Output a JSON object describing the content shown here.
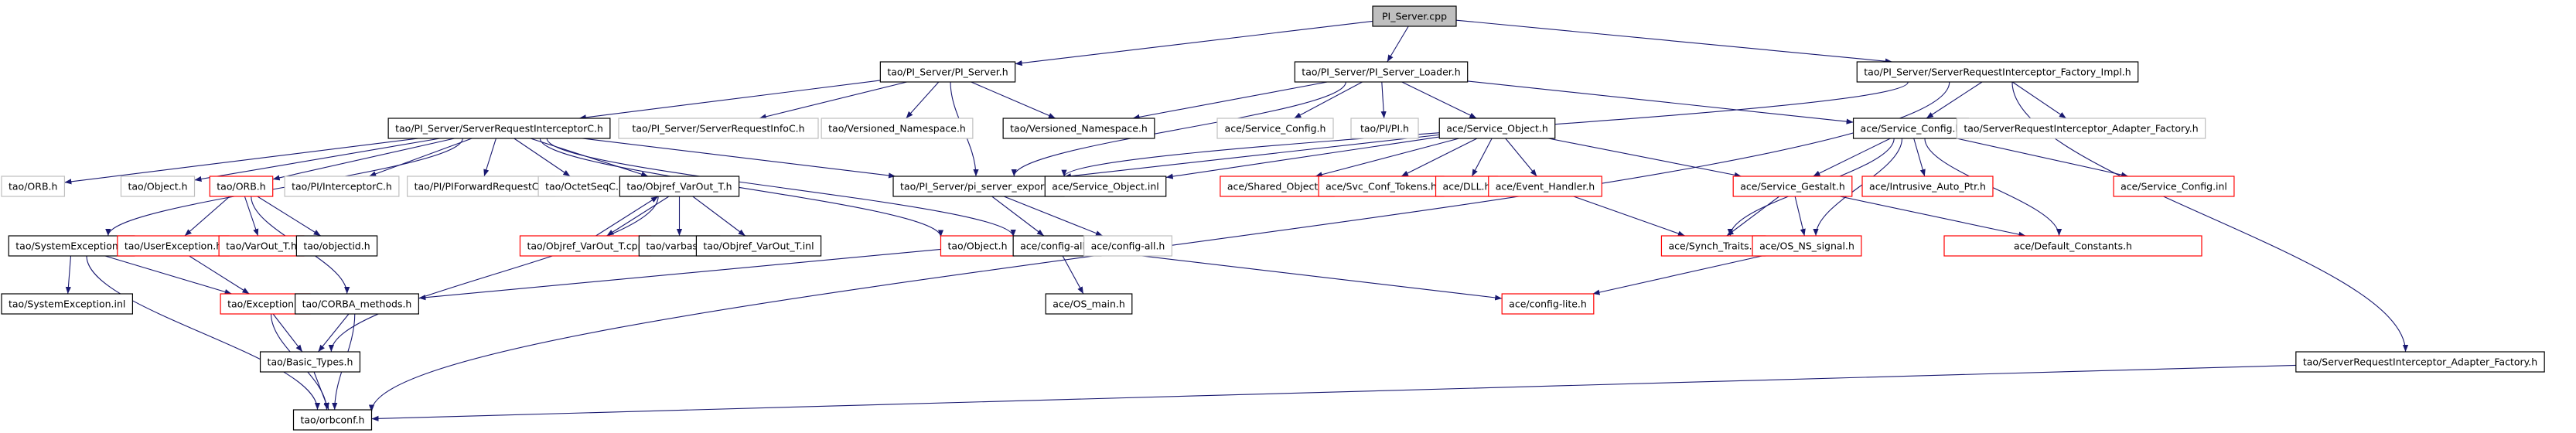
{
  "title": "PI_Server.cpp include dependency graph",
  "colors": {
    "edge": "#191970",
    "border_normal": "#000000",
    "border_truncated": "#ff0000",
    "border_external": "#bfbfbf",
    "root_fill": "#bfbfbf",
    "node_fill": "#ffffff"
  },
  "nodes": [
    {
      "id": "root",
      "label": "PI_Server.cpp",
      "style": "root"
    },
    {
      "id": "pis_h",
      "label": "tao/PI_Server/PI_Server.h",
      "style": "normal"
    },
    {
      "id": "loader_h",
      "label": "tao/PI_Server/PI_Server_Loader.h",
      "style": "normal"
    },
    {
      "id": "factory_impl_h",
      "label": "tao/PI_Server/ServerRequestInterceptor_Factory_Impl.h",
      "style": "normal"
    },
    {
      "id": "sric_h",
      "label": "tao/PI_Server/ServerRequestInterceptorC.h",
      "style": "normal"
    },
    {
      "id": "sri_info_h",
      "label": "tao/PI_Server/ServerRequestInfoC.h",
      "style": "external"
    },
    {
      "id": "vns_ext",
      "label": "tao/Versioned_Namespace.h",
      "style": "external"
    },
    {
      "id": "vns_h",
      "label": "tao/Versioned_Namespace.h",
      "style": "normal"
    },
    {
      "id": "svc_cfg_ext",
      "label": "ace/Service_Config.h",
      "style": "external"
    },
    {
      "id": "pi_h",
      "label": "tao/PI/PI.h",
      "style": "external"
    },
    {
      "id": "svc_obj_h",
      "label": "ace/Service_Object.h",
      "style": "normal"
    },
    {
      "id": "svc_cfg_h",
      "label": "ace/Service_Config.h",
      "style": "normal"
    },
    {
      "id": "sri_adapter_ext",
      "label": "tao/ServerRequestInterceptor_Adapter_Factory.h",
      "style": "external"
    },
    {
      "id": "orb_ext",
      "label": "tao/ORB.h",
      "style": "external"
    },
    {
      "id": "object_ext",
      "label": "tao/Object.h",
      "style": "external"
    },
    {
      "id": "orb_h",
      "label": "tao/ORB.h",
      "style": "truncated"
    },
    {
      "id": "interceptorc_h",
      "label": "tao/PI/InterceptorC.h",
      "style": "external"
    },
    {
      "id": "piforward_h",
      "label": "tao/PI/PIForwardRequestC.h",
      "style": "external"
    },
    {
      "id": "octetseq_h",
      "label": "tao/OctetSeqC.h",
      "style": "external"
    },
    {
      "id": "objref_varout_h",
      "label": "tao/Objref_VarOut_T.h",
      "style": "normal"
    },
    {
      "id": "pi_export_h",
      "label": "tao/PI_Server/pi_server_export.h",
      "style": "normal"
    },
    {
      "id": "svc_obj_inl",
      "label": "ace/Service_Object.inl",
      "style": "normal"
    },
    {
      "id": "shared_obj_h",
      "label": "ace/Shared_Object.h",
      "style": "truncated"
    },
    {
      "id": "svc_conf_tokens_h",
      "label": "ace/Svc_Conf_Tokens.h",
      "style": "truncated"
    },
    {
      "id": "dll_h",
      "label": "ace/DLL.h",
      "style": "truncated"
    },
    {
      "id": "event_handler_h",
      "label": "ace/Event_Handler.h",
      "style": "truncated"
    },
    {
      "id": "svc_gestalt_h",
      "label": "ace/Service_Gestalt.h",
      "style": "truncated"
    },
    {
      "id": "intrusive_ptr_h",
      "label": "ace/Intrusive_Auto_Ptr.h",
      "style": "truncated"
    },
    {
      "id": "svc_cfg_inl",
      "label": "ace/Service_Config.inl",
      "style": "truncated"
    },
    {
      "id": "sysexc_h",
      "label": "tao/SystemException.h",
      "style": "normal"
    },
    {
      "id": "userexc_h",
      "label": "tao/UserException.h",
      "style": "truncated"
    },
    {
      "id": "varout_h",
      "label": "tao/VarOut_T.h",
      "style": "truncated"
    },
    {
      "id": "objectid_h",
      "label": "tao/objectid.h",
      "style": "normal"
    },
    {
      "id": "objref_varout_cpp",
      "label": "tao/Objref_VarOut_T.cpp",
      "style": "truncated"
    },
    {
      "id": "varbase_h",
      "label": "tao/varbase.h",
      "style": "normal"
    },
    {
      "id": "objref_varout_inl",
      "label": "tao/Objref_VarOut_T.inl",
      "style": "normal"
    },
    {
      "id": "object_h",
      "label": "tao/Object.h",
      "style": "truncated"
    },
    {
      "id": "config_all_h",
      "label": "ace/config-all.h",
      "style": "normal"
    },
    {
      "id": "config_all_ext",
      "label": "ace/config-all.h",
      "style": "external"
    },
    {
      "id": "synch_traits_h",
      "label": "ace/Synch_Traits.h",
      "style": "truncated"
    },
    {
      "id": "os_ns_signal_h",
      "label": "ace/OS_NS_signal.h",
      "style": "truncated"
    },
    {
      "id": "default_const_h",
      "label": "ace/Default_Constants.h",
      "style": "truncated"
    },
    {
      "id": "sysexc_inl",
      "label": "tao/SystemException.inl",
      "style": "normal"
    },
    {
      "id": "exception_h",
      "label": "tao/Exception.h",
      "style": "truncated"
    },
    {
      "id": "corba_methods_h",
      "label": "tao/CORBA_methods.h",
      "style": "normal"
    },
    {
      "id": "os_main_h",
      "label": "ace/OS_main.h",
      "style": "normal"
    },
    {
      "id": "config_lite_h",
      "label": "ace/config-lite.h",
      "style": "truncated"
    },
    {
      "id": "basic_types_h",
      "label": "tao/Basic_Types.h",
      "style": "normal"
    },
    {
      "id": "sri_adapter_h",
      "label": "tao/ServerRequestInterceptor_Adapter_Factory.h",
      "style": "normal"
    },
    {
      "id": "orbconf_h",
      "label": "tao/orbconf.h",
      "style": "normal"
    }
  ],
  "edges": [
    [
      "root",
      "pis_h"
    ],
    [
      "root",
      "loader_h"
    ],
    [
      "root",
      "factory_impl_h"
    ],
    [
      "pis_h",
      "sric_h"
    ],
    [
      "pis_h",
      "sri_info_h"
    ],
    [
      "pis_h",
      "vns_ext"
    ],
    [
      "pis_h",
      "vns_h"
    ],
    [
      "pis_h",
      "pi_export_h"
    ],
    [
      "loader_h",
      "vns_h"
    ],
    [
      "loader_h",
      "svc_cfg_ext"
    ],
    [
      "loader_h",
      "pi_h"
    ],
    [
      "loader_h",
      "svc_obj_h"
    ],
    [
      "loader_h",
      "pi_export_h"
    ],
    [
      "loader_h",
      "svc_cfg_h"
    ],
    [
      "factory_impl_h",
      "pi_export_h"
    ],
    [
      "factory_impl_h",
      "svc_cfg_h"
    ],
    [
      "factory_impl_h",
      "sri_adapter_ext"
    ],
    [
      "factory_impl_h",
      "sri_adapter_h"
    ],
    [
      "factory_impl_h",
      "orbconf_h"
    ],
    [
      "sric_h",
      "orb_ext"
    ],
    [
      "sric_h",
      "object_ext"
    ],
    [
      "sric_h",
      "orb_h"
    ],
    [
      "sric_h",
      "interceptorc_h"
    ],
    [
      "sric_h",
      "piforward_h"
    ],
    [
      "sric_h",
      "octetseq_h"
    ],
    [
      "sric_h",
      "objref_varout_h"
    ],
    [
      "sric_h",
      "pi_export_h"
    ],
    [
      "sric_h",
      "sysexc_h"
    ],
    [
      "sric_h",
      "object_h"
    ],
    [
      "sric_h",
      "config_all_h"
    ],
    [
      "svc_obj_h",
      "pi_export_h"
    ],
    [
      "svc_obj_h",
      "svc_obj_inl"
    ],
    [
      "svc_obj_h",
      "shared_obj_h"
    ],
    [
      "svc_obj_h",
      "svc_conf_tokens_h"
    ],
    [
      "svc_obj_h",
      "dll_h"
    ],
    [
      "svc_obj_h",
      "event_handler_h"
    ],
    [
      "svc_obj_h",
      "svc_gestalt_h"
    ],
    [
      "svc_cfg_h",
      "svc_gestalt_h"
    ],
    [
      "svc_cfg_h",
      "intrusive_ptr_h"
    ],
    [
      "svc_cfg_h",
      "svc_cfg_inl"
    ],
    [
      "svc_cfg_h",
      "synch_traits_h"
    ],
    [
      "svc_cfg_h",
      "os_ns_signal_h"
    ],
    [
      "svc_cfg_h",
      "default_const_h"
    ],
    [
      "orb_h",
      "userexc_h"
    ],
    [
      "orb_h",
      "varout_h"
    ],
    [
      "orb_h",
      "objectid_h"
    ],
    [
      "orb_h",
      "corba_methods_h"
    ],
    [
      "objref_varout_h",
      "objref_varout_cpp"
    ],
    [
      "objref_varout_cpp",
      "objref_varout_h"
    ],
    [
      "objref_varout_h",
      "varbase_h"
    ],
    [
      "objref_varout_h",
      "objref_varout_inl"
    ],
    [
      "objref_varout_h",
      "basic_types_h"
    ],
    [
      "pi_export_h",
      "config_all_h"
    ],
    [
      "pi_export_h",
      "config_all_ext"
    ],
    [
      "event_handler_h",
      "synch_traits_h"
    ],
    [
      "svc_gestalt_h",
      "synch_traits_h"
    ],
    [
      "svc_gestalt_h",
      "os_ns_signal_h"
    ],
    [
      "svc_gestalt_h",
      "default_const_h"
    ],
    [
      "sysexc_h",
      "sysexc_inl"
    ],
    [
      "sysexc_h",
      "exception_h"
    ],
    [
      "sysexc_h",
      "orbconf_h"
    ],
    [
      "userexc_h",
      "exception_h"
    ],
    [
      "object_h",
      "corba_methods_h"
    ],
    [
      "config_all_h",
      "os_main_h"
    ],
    [
      "config_all_h",
      "config_lite_h"
    ],
    [
      "os_ns_signal_h",
      "config_lite_h"
    ],
    [
      "exception_h",
      "basic_types_h"
    ],
    [
      "exception_h",
      "orbconf_h"
    ],
    [
      "corba_methods_h",
      "basic_types_h"
    ],
    [
      "corba_methods_h",
      "orbconf_h"
    ],
    [
      "basic_types_h",
      "orbconf_h"
    ],
    [
      "sri_adapter_h",
      "orbconf_h"
    ]
  ]
}
